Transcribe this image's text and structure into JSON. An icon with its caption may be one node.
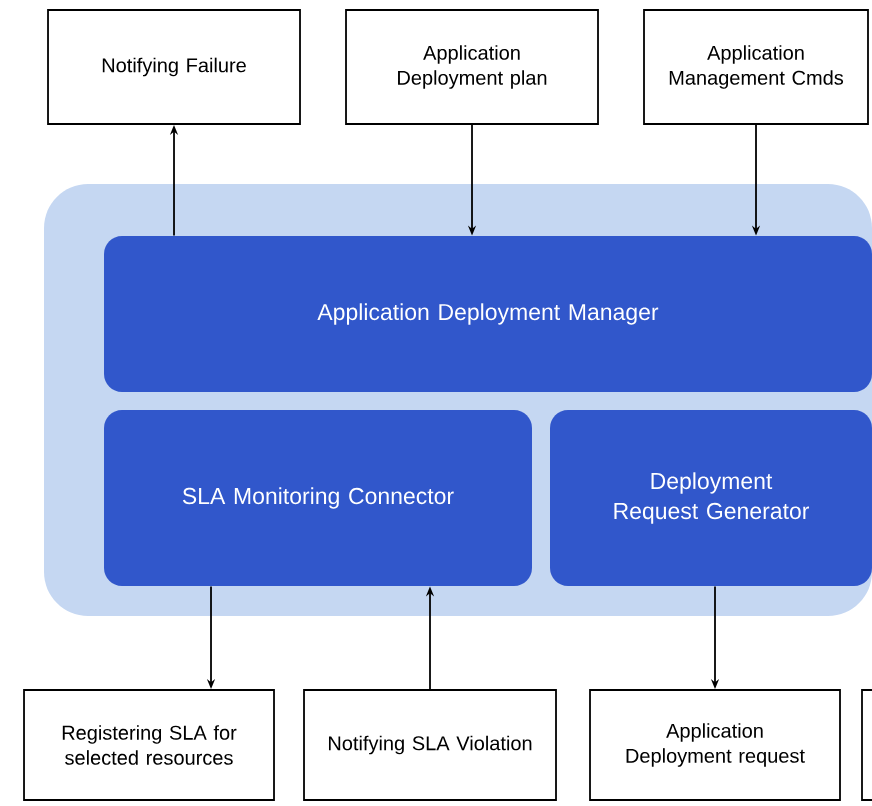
{
  "diagram": {
    "nodes": [
      {
        "text": [
          "Notifying Failure"
        ]
      },
      {
        "text": [
          "Application Deployment plan"
        ]
      },
      {
        "text": [
          "Application Management Cmds"
        ]
      },
      {
        "text": [],
        "shape": "box"
      },
      {
        "text": [
          "Application Deployment Manager"
        ],
        "in": 3
      },
      {
        "text": [
          "SLA Monitoring Connector"
        ],
        "in": 3
      },
      {
        "text": [
          "Deployment Request Generator"
        ],
        "in": 3
      },
      {
        "text": [
          "Registering SLA for selected resources"
        ]
      },
      {
        "text": [
          "Notifying SLA Violation"
        ]
      },
      {
        "text": [
          "Application Deployment request"
        ]
      },
      {
        "text": [],
        "shape": "box"
      }
    ],
    "edges": [
      {
        "from": 4,
        "to": 0,
        "arrow": "to"
      },
      {
        "from": 1,
        "to": 4,
        "arrow": "to"
      },
      {
        "from": 2,
        "to": 4,
        "arrow": "to"
      },
      {
        "from": 5,
        "to": 7,
        "arrow": "to"
      },
      {
        "from": 8,
        "to": 5,
        "arrow": "to"
      },
      {
        "from": 6,
        "to": 9,
        "arrow": "to"
      }
    ]
  }
}
